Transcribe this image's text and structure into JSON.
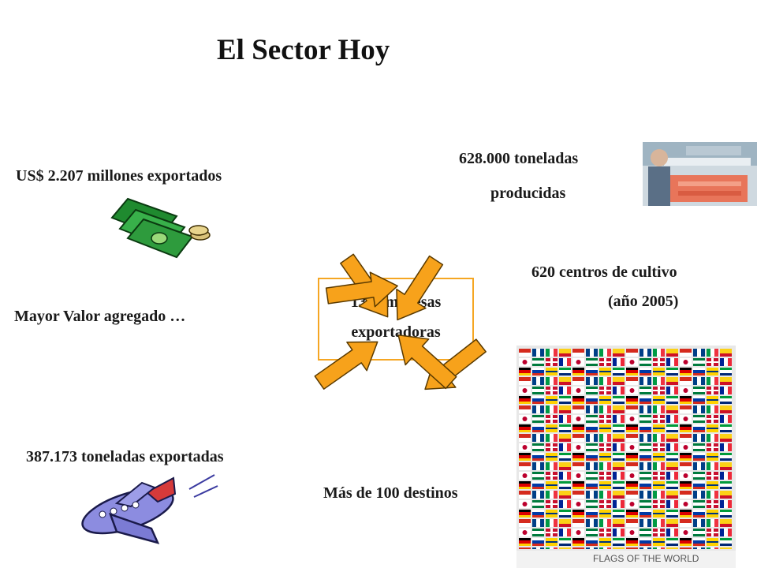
{
  "title": "El Sector Hoy",
  "center": {
    "line1": "130 empresas",
    "line2": "exportadoras"
  },
  "labels": {
    "exports_value": "US$ 2.207 millones exportados",
    "tons_produced_line1": "628.000 toneladas",
    "tons_produced_line2": "producidas",
    "centers_line1": "620 centros de cultivo",
    "centers_line2": "(año 2005)",
    "value_added": "Mayor Valor agregado …",
    "tons_exported": "387.173 toneladas exportadas",
    "destinations": "Más de 100 destinos"
  },
  "flags_poster_caption": "FLAGS OF THE WORLD",
  "colors": {
    "arrow_fill": "#f7a21b",
    "arrow_stroke": "#5a3a00",
    "box_border": "#f5a623"
  },
  "icons": [
    "money-stack-icon",
    "salmon-processing-photo",
    "airplane-icon",
    "flags-of-the-world-poster"
  ]
}
